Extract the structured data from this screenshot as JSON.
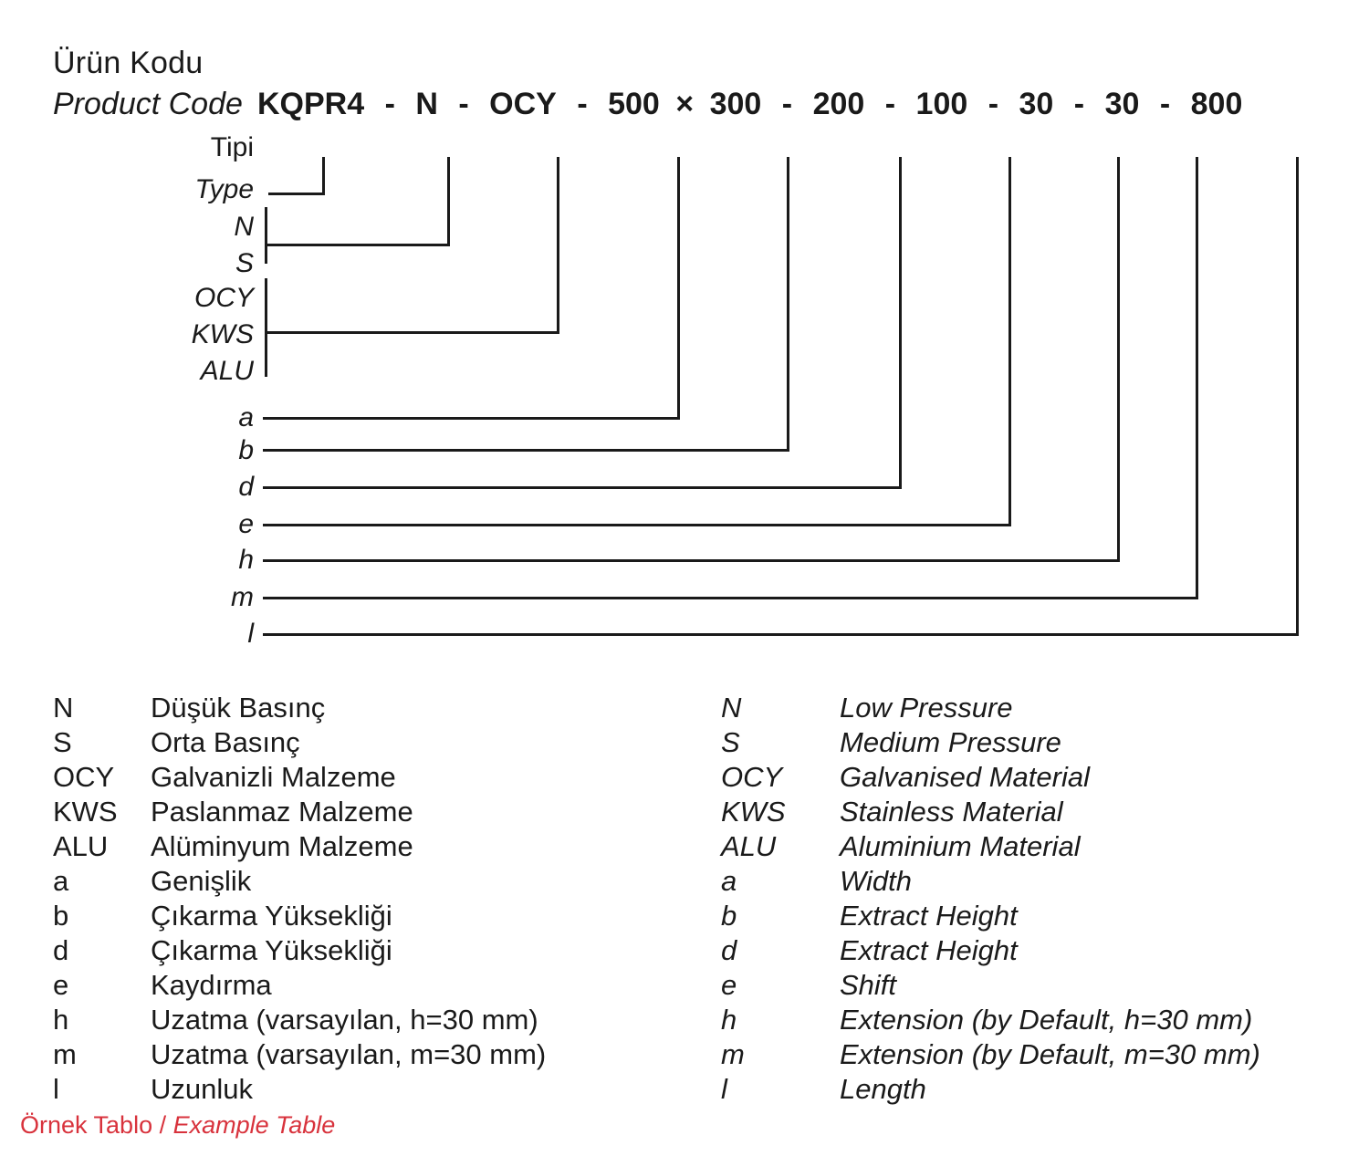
{
  "header": {
    "title_tr": "Ürün Kodu",
    "title_en": "Product Code",
    "code_prefix": "KQPR4",
    "separator": "-",
    "times": "×",
    "code_segments": [
      "KQPR4",
      "N",
      "OCY",
      "500",
      "300",
      "200",
      "100",
      "30",
      "30",
      "800"
    ],
    "code_full": "KQPR4 - N - OCY - 500 × 300 - 200 - 100 - 30 - 30 - 800"
  },
  "diagram": {
    "type_label_tr": "Tipi",
    "type_label_en": "Type",
    "pressure_options": [
      "N",
      "S"
    ],
    "material_options": [
      "OCY",
      "KWS",
      "ALU"
    ],
    "dimension_labels": [
      "a",
      "b",
      "d",
      "e",
      "h",
      "m",
      "l"
    ]
  },
  "legend": {
    "tr": [
      {
        "key": "N",
        "desc": "Düşük Basınç"
      },
      {
        "key": "S",
        "desc": "Orta Basınç"
      },
      {
        "key": "OCY",
        "desc": "Galvanizli Malzeme"
      },
      {
        "key": "KWS",
        "desc": "Paslanmaz Malzeme"
      },
      {
        "key": "ALU",
        "desc": "Alüminyum Malzeme"
      },
      {
        "key": "a",
        "desc": "Genişlik"
      },
      {
        "key": "b",
        "desc": "Çıkarma Yüksekliği"
      },
      {
        "key": "d",
        "desc": "Çıkarma Yüksekliği"
      },
      {
        "key": "e",
        "desc": "Kaydırma"
      },
      {
        "key": "h",
        "desc": "Uzatma (varsayılan, h=30 mm)"
      },
      {
        "key": "m",
        "desc": "Uzatma (varsayılan, m=30 mm)"
      },
      {
        "key": "l",
        "desc": "Uzunluk"
      }
    ],
    "en": [
      {
        "key": "N",
        "desc": "Low Pressure"
      },
      {
        "key": "S",
        "desc": "Medium Pressure"
      },
      {
        "key": "OCY",
        "desc": "Galvanised Material"
      },
      {
        "key": "KWS",
        "desc": "Stainless Material"
      },
      {
        "key": "ALU",
        "desc": "Aluminium Material"
      },
      {
        "key": "a",
        "desc": "Width"
      },
      {
        "key": "b",
        "desc": "Extract Height"
      },
      {
        "key": "d",
        "desc": "Extract Height"
      },
      {
        "key": "e",
        "desc": "Shift"
      },
      {
        "key": "h",
        "desc": "Extension (by Default, h=30 mm)"
      },
      {
        "key": "m",
        "desc": "Extension (by Default, m=30 mm)"
      },
      {
        "key": "l",
        "desc": "Length"
      }
    ]
  },
  "footer": {
    "text_tr": "Örnek Tablo",
    "slash": "/",
    "text_en": "Example Table"
  },
  "colors": {
    "line": "#1a1a1a",
    "text": "#1a1a1a",
    "accent_red": "#D8323C",
    "background": "#ffffff"
  }
}
